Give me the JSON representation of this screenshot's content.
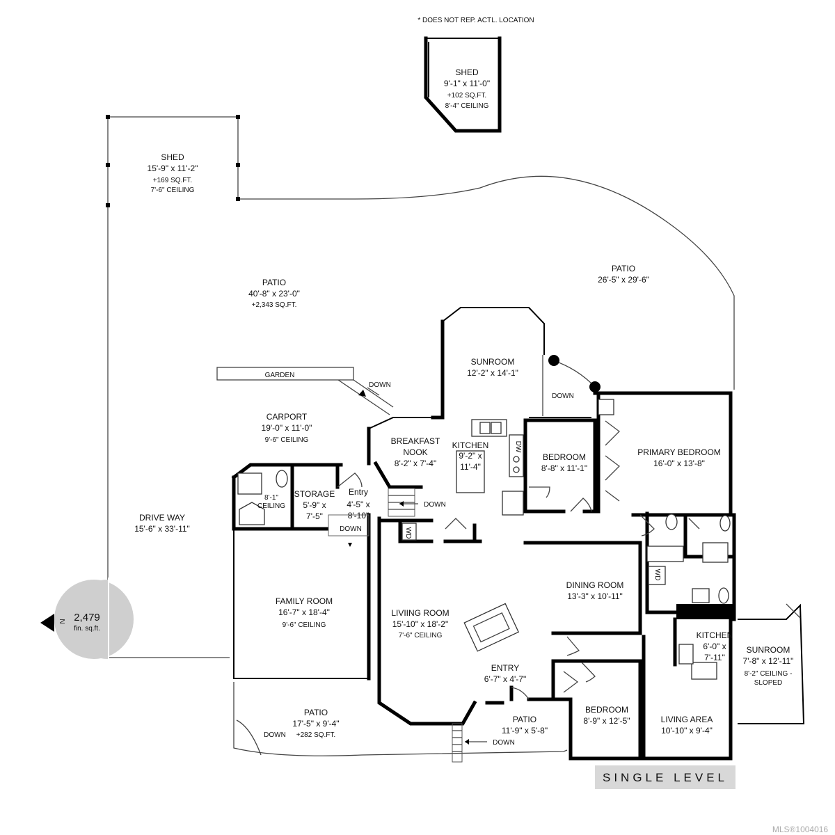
{
  "note": "* DOES NOT REP. ACTL. LOCATION",
  "level_label": "SINGLE LEVEL",
  "watermark": "MLS®1004016",
  "area": {
    "value": "2,479",
    "unit": "fin. sq.ft.",
    "north": "N"
  },
  "rooms": {
    "shed_small": {
      "name": "SHED",
      "dims": "9'-1\" x 11'-0\"",
      "sqft": "+102 SQ.FT.",
      "ceiling": "8'-4\" CEILING"
    },
    "shed_large": {
      "name": "SHED",
      "dims": "15'-9\" x 11'-2\"",
      "sqft": "+169 SQ.FT.",
      "ceiling": "7'-6\" CEILING"
    },
    "patio_main": {
      "name": "PATIO",
      "dims": "40'-8\" x 23'-0\"",
      "sqft": "+2,343 SQ.FT."
    },
    "patio_right": {
      "name": "PATIO",
      "dims": "26'-5\" x 29'-6\""
    },
    "garden": {
      "name": "GARDEN"
    },
    "carport": {
      "name": "CARPORT",
      "dims": "19'-0\" x 11'-0\"",
      "ceiling": "9'-6\" CEILING"
    },
    "driveway": {
      "name": "DRIVE WAY",
      "dims": "15'-6\" x 33'-11\""
    },
    "sunroom_top": {
      "name": "SUNROOM",
      "dims": "12'-2\" x 14'-1\""
    },
    "breakfast": {
      "name1": "BREAKFAST",
      "name2": "NOOK",
      "dims": "8'-2\" x 7'-4\""
    },
    "kitchen_main": {
      "name": "KITCHEN",
      "dims1": "9'-2\" x",
      "dims2": "11'-4\""
    },
    "bedroom_mid": {
      "name": "BEDROOM",
      "dims": "8'-8\" x 11'-1\""
    },
    "primary": {
      "name": "PRIMARY BEDROOM",
      "dims": "16'-0\" x 13'-8\""
    },
    "ceiling_81": {
      "l1": "8'-1\"",
      "l2": "CEILING"
    },
    "storage": {
      "name": "STORAGE",
      "dims1": "5'-9\" x",
      "dims2": "7'-5\""
    },
    "entry_small": {
      "name": "Entry",
      "dims1": "4'-5\" x",
      "dims2": "8'-10\""
    },
    "family": {
      "name": "FAMILY ROOM",
      "dims": "16'-7\" x 18'-4\"",
      "ceiling": "9'-6\" CEILING"
    },
    "living": {
      "name": "LIVIING ROOM",
      "dims": "15'-10\" x 18'-2\"",
      "ceiling": "7'-6\" CEILING"
    },
    "dining": {
      "name": "DINING ROOM",
      "dims": "13'-3\" x 10'-11\""
    },
    "entry_main": {
      "name": "ENTRY",
      "dims": "6'-7\" x 4'-7\""
    },
    "patio_small": {
      "name": "PATIO",
      "dims": "11'-9\" x 5'-8\""
    },
    "patio_bottom": {
      "name": "PATIO",
      "dims": "17'-5\" x 9'-4\"",
      "sqft": "+282 SQ.FT."
    },
    "bedroom_low": {
      "name": "BEDROOM",
      "dims": "8'-9\" x 12'-5\""
    },
    "living_area": {
      "name": "LIVING AREA",
      "dims": "10'-10\" x 9'-4\""
    },
    "kitchen_small": {
      "name": "KITCHEN",
      "dims1": "6'-0\" x",
      "dims2": "7'-11\""
    },
    "sunroom_right": {
      "name": "SUNROOM",
      "dims": "7'-8\" x 12'-11\"",
      "ceiling1": "8'-2\" CEILING -",
      "ceiling2": "SLOPED"
    }
  },
  "stairs": {
    "down": "DOWN"
  },
  "fixtures": {
    "dw": "DW",
    "wd": "WD"
  }
}
